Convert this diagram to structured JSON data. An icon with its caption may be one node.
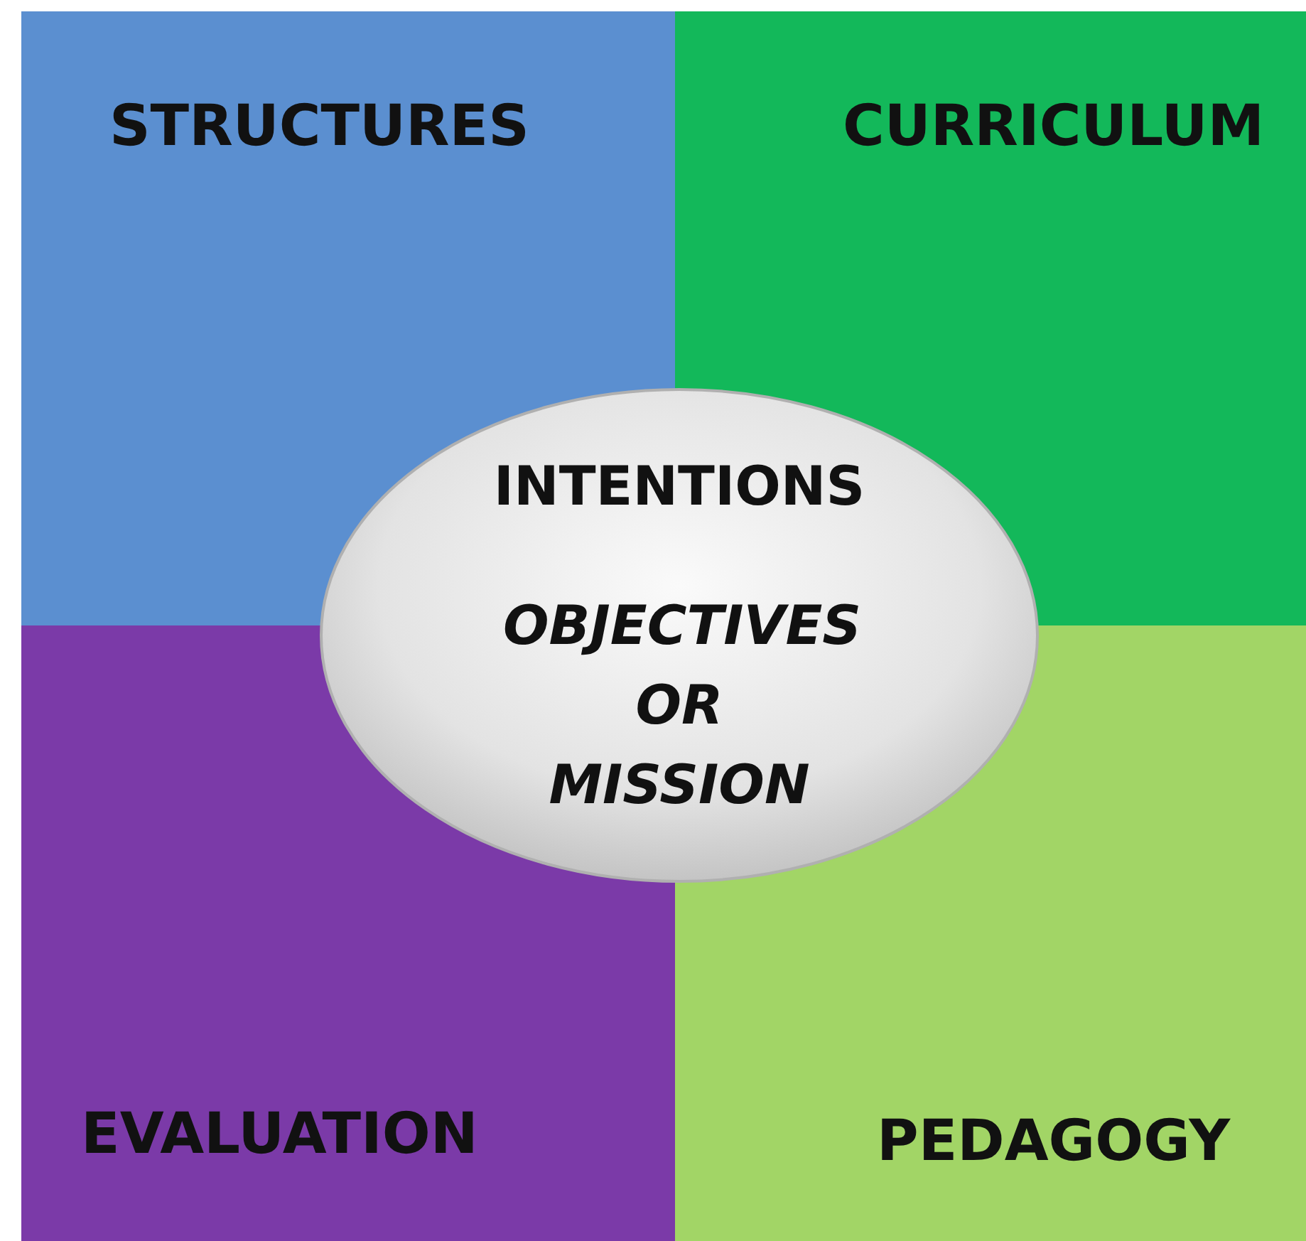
{
  "diagram": {
    "nodes": [
      {
        "text": [
          "STRUCTURES"
        ]
      },
      {
        "text": [
          "CURRICULUM"
        ]
      },
      {
        "text": [
          "EVALUATION"
        ]
      },
      {
        "text": [
          "PEDAGOGY"
        ]
      },
      {
        "text": [
          "INTENTIONS",
          "OBJECTIVES OR MISSION"
        ]
      }
    ]
  }
}
